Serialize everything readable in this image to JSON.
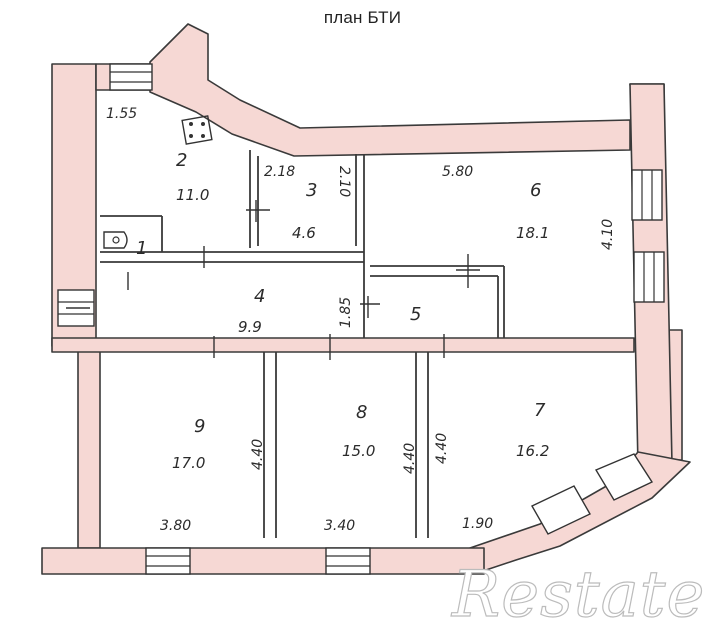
{
  "caption": "план БТИ",
  "watermark": "Restate",
  "rooms": [
    {
      "id": "1",
      "number": "1"
    },
    {
      "id": "2",
      "number": "2",
      "area": "11.0"
    },
    {
      "id": "3",
      "number": "3",
      "area": "4.6"
    },
    {
      "id": "4",
      "number": "4",
      "area": "9.9"
    },
    {
      "id": "5",
      "number": "5"
    },
    {
      "id": "6",
      "number": "6",
      "area": "18.1"
    },
    {
      "id": "7",
      "number": "7",
      "area": "16.2"
    },
    {
      "id": "8",
      "number": "8",
      "area": "15.0"
    },
    {
      "id": "9",
      "number": "9",
      "area": "17.0"
    }
  ],
  "dimensions": {
    "room2_width": "1.55",
    "room3_width": "2.18",
    "room3_depth": "2.10",
    "room6_width": "5.80",
    "room6_depth": "4.10",
    "corridor_depth": "1.85",
    "room9_width": "3.80",
    "room9_depth": "4.40",
    "room8_width": "3.40",
    "room8_depth": "4.40",
    "room7_depth": "4.40",
    "room7_width": "1.90"
  },
  "colors": {
    "wall_fill": "#f6d8d4",
    "line": "#3a3a3a",
    "background": "#ffffff"
  }
}
